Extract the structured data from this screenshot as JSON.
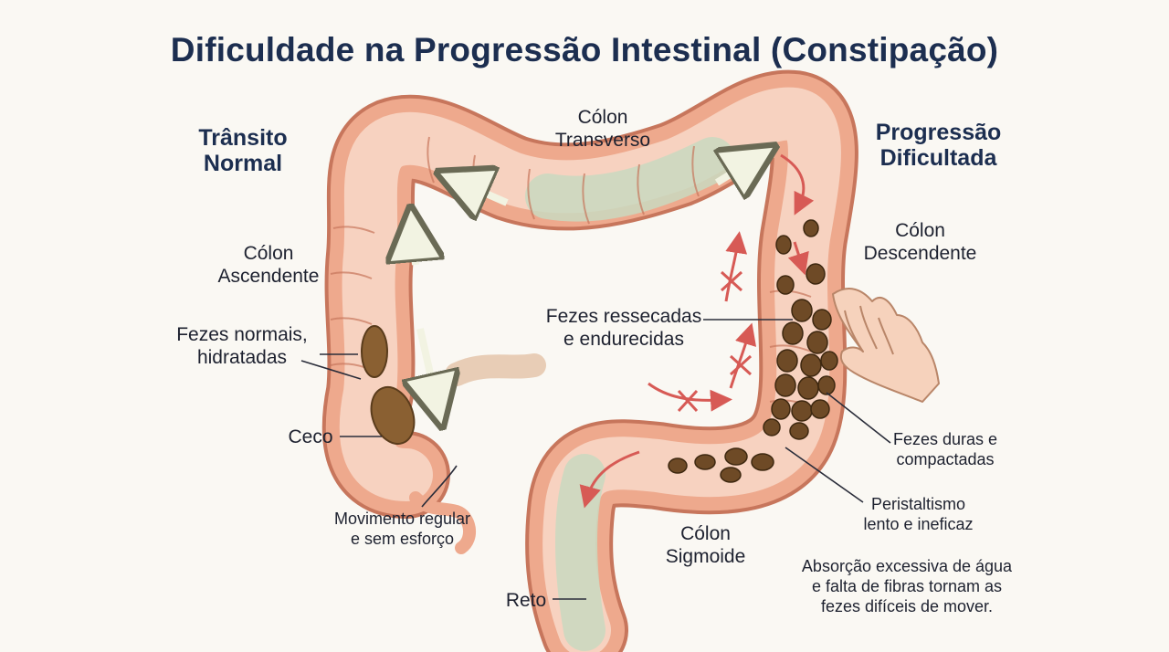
{
  "title": "Dificuldade na Progressão Intestinal (Constipação)",
  "headings": {
    "normal": [
      "Trânsito",
      "Normal"
    ],
    "difficult": [
      "Progressão",
      "Dificultada"
    ]
  },
  "labels": {
    "transverse": [
      "Cólon",
      "Transverso"
    ],
    "ascending": [
      "Cólon",
      "Ascendente"
    ],
    "normal_stool": [
      "Fezes normais,",
      "hidratadas"
    ],
    "cecum": "Ceco",
    "regular_movement": [
      "Movimento regular",
      "e sem esforço"
    ],
    "descending": [
      "Cólon",
      "Descendente"
    ],
    "dry_stool": [
      "Fezes ressecadas",
      "e endurecidas"
    ],
    "hard_stool": [
      "Fezes duras e",
      "compactadas"
    ],
    "peristalsis": [
      "Peristaltismo",
      "lento e ineficaz"
    ],
    "sigmoid": [
      "Cólon",
      "Sigmoide"
    ],
    "absorption": [
      "Absorção excessiva de água",
      "e falta de fibras tornam as",
      "fezes difíceis de mover."
    ],
    "rectum": "Reto"
  },
  "colors": {
    "title": "#1c2e50",
    "colon_wall": "#eea98d",
    "colon_outline": "#c7765c",
    "colon_lumen": "#f7d2c0",
    "colon_green": "#c9d9bf",
    "stool_normal": "#8a6032",
    "stool_hard": "#6e4a26",
    "arrow_flow": "#e9ecd6",
    "arrow_block": "#d75a55",
    "hand": "#f6d2bc",
    "leader": "#2a2d3a"
  }
}
